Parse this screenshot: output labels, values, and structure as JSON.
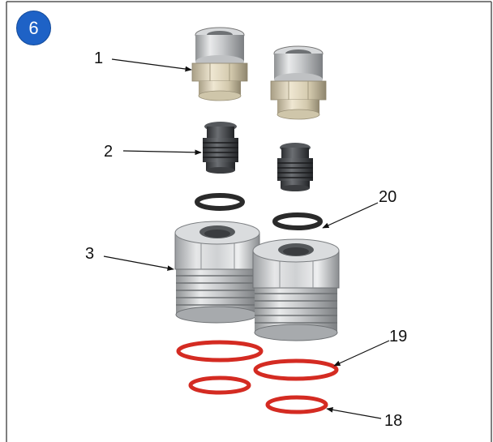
{
  "step_badge": "6",
  "callouts": {
    "c1": "1",
    "c2": "2",
    "c3": "3",
    "c20": "20",
    "c19": "19",
    "c18": "18"
  },
  "colors": {
    "badge": "#1e62c6",
    "oring_red": "#d42b22",
    "oring_black": "#2a2a2a",
    "metal": "#c9cbcd",
    "brass": "#d9cfb4",
    "frame": "#555555"
  },
  "icons": [
    "push-to-connect-fitting",
    "check-valve-insert",
    "black-o-ring",
    "threaded-fluid-fitting",
    "red-o-ring"
  ]
}
